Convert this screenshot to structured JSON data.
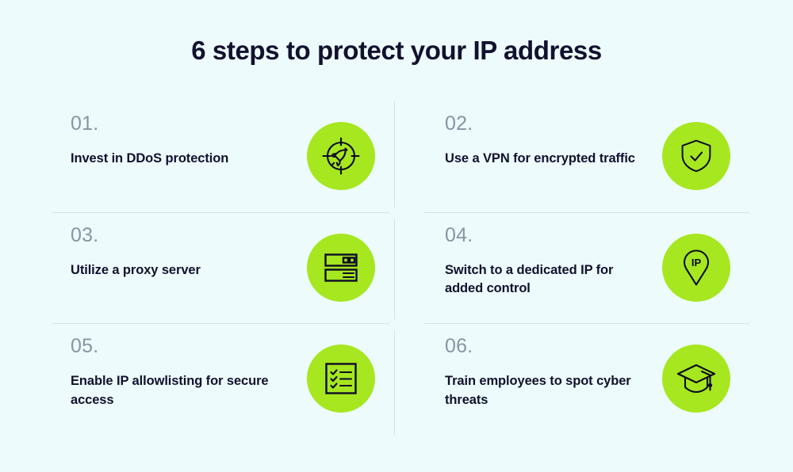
{
  "page": {
    "title": "6 steps to protect your IP address",
    "background_color": "#EDFBFC",
    "accent_color": "#A6E720",
    "text_color": "#12112E",
    "number_color": "#8A93A3",
    "divider_color": "#D6E2E6"
  },
  "steps": [
    {
      "number": "01.",
      "label": "Invest in DDoS protection",
      "icon": "rocket-target-icon"
    },
    {
      "number": "02.",
      "label": "Use a VPN for encrypted traffic",
      "icon": "shield-check-icon"
    },
    {
      "number": "03.",
      "label": "Utilize a proxy server",
      "icon": "server-rack-icon"
    },
    {
      "number": "04.",
      "label": "Switch to a dedicated IP for added control",
      "icon": "ip-map-pin-icon",
      "icon_text": "IP"
    },
    {
      "number": "05.",
      "label": "Enable IP allowlisting for secure access",
      "icon": "checklist-icon"
    },
    {
      "number": "06.",
      "label": "Train employees to spot cyber threats",
      "icon": "graduation-cap-icon"
    }
  ]
}
